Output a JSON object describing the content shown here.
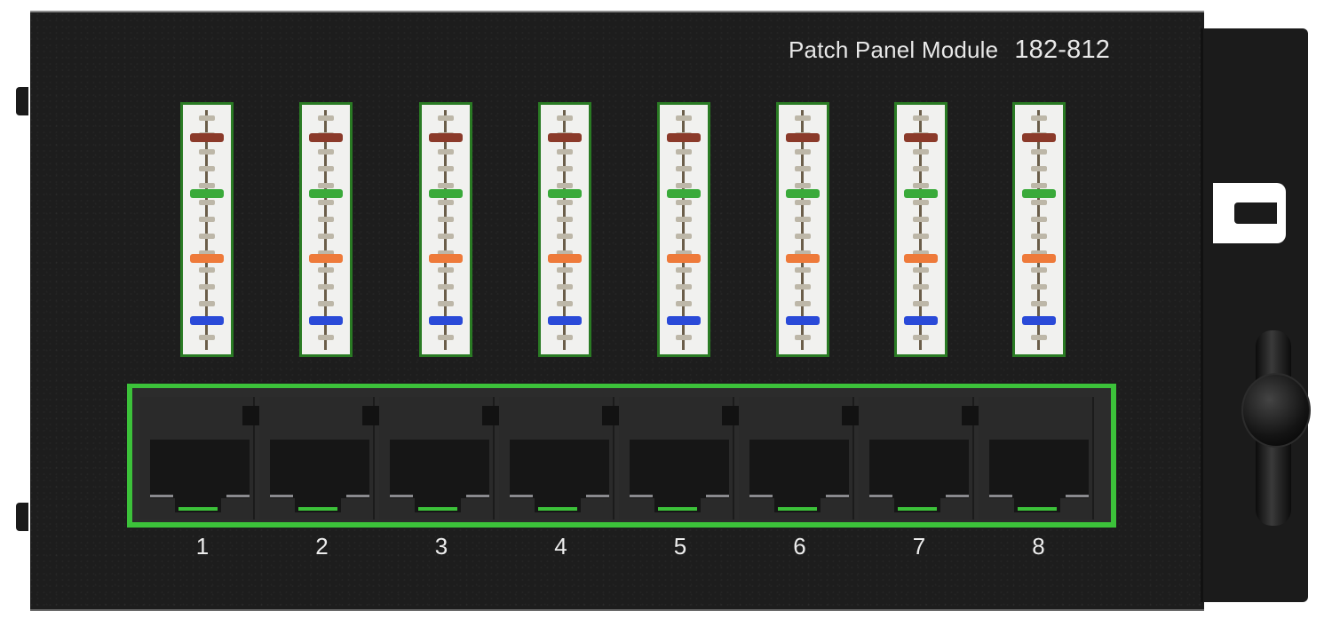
{
  "product": {
    "label": "Patch Panel Module",
    "model": "182-812"
  },
  "ports": [
    {
      "number": "1",
      "pair_colors": [
        "#8b3a2a",
        "#3aaa3a",
        "#ee7a3a",
        "#2a4ad8"
      ]
    },
    {
      "number": "2",
      "pair_colors": [
        "#8b3a2a",
        "#3aaa3a",
        "#ee7a3a",
        "#2a4ad8"
      ]
    },
    {
      "number": "3",
      "pair_colors": [
        "#8b3a2a",
        "#3aaa3a",
        "#ee7a3a",
        "#2a4ad8"
      ]
    },
    {
      "number": "4",
      "pair_colors": [
        "#8b3a2a",
        "#3aaa3a",
        "#ee7a3a",
        "#2a4ad8"
      ]
    },
    {
      "number": "5",
      "pair_colors": [
        "#8b3a2a",
        "#3aaa3a",
        "#ee7a3a",
        "#2a4ad8"
      ]
    },
    {
      "number": "6",
      "pair_colors": [
        "#8b3a2a",
        "#3aaa3a",
        "#ee7a3a",
        "#2a4ad8"
      ]
    },
    {
      "number": "7",
      "pair_colors": [
        "#8b3a2a",
        "#3aaa3a",
        "#ee7a3a",
        "#2a4ad8"
      ]
    },
    {
      "number": "8",
      "pair_colors": [
        "#8b3a2a",
        "#3aaa3a",
        "#ee7a3a",
        "#2a4ad8"
      ]
    }
  ],
  "colors": {
    "panel": "#1d1d1d",
    "pcb_green": "#3cc23a",
    "idc_block": "#f1f1ef",
    "text": "#e8e8e8"
  }
}
